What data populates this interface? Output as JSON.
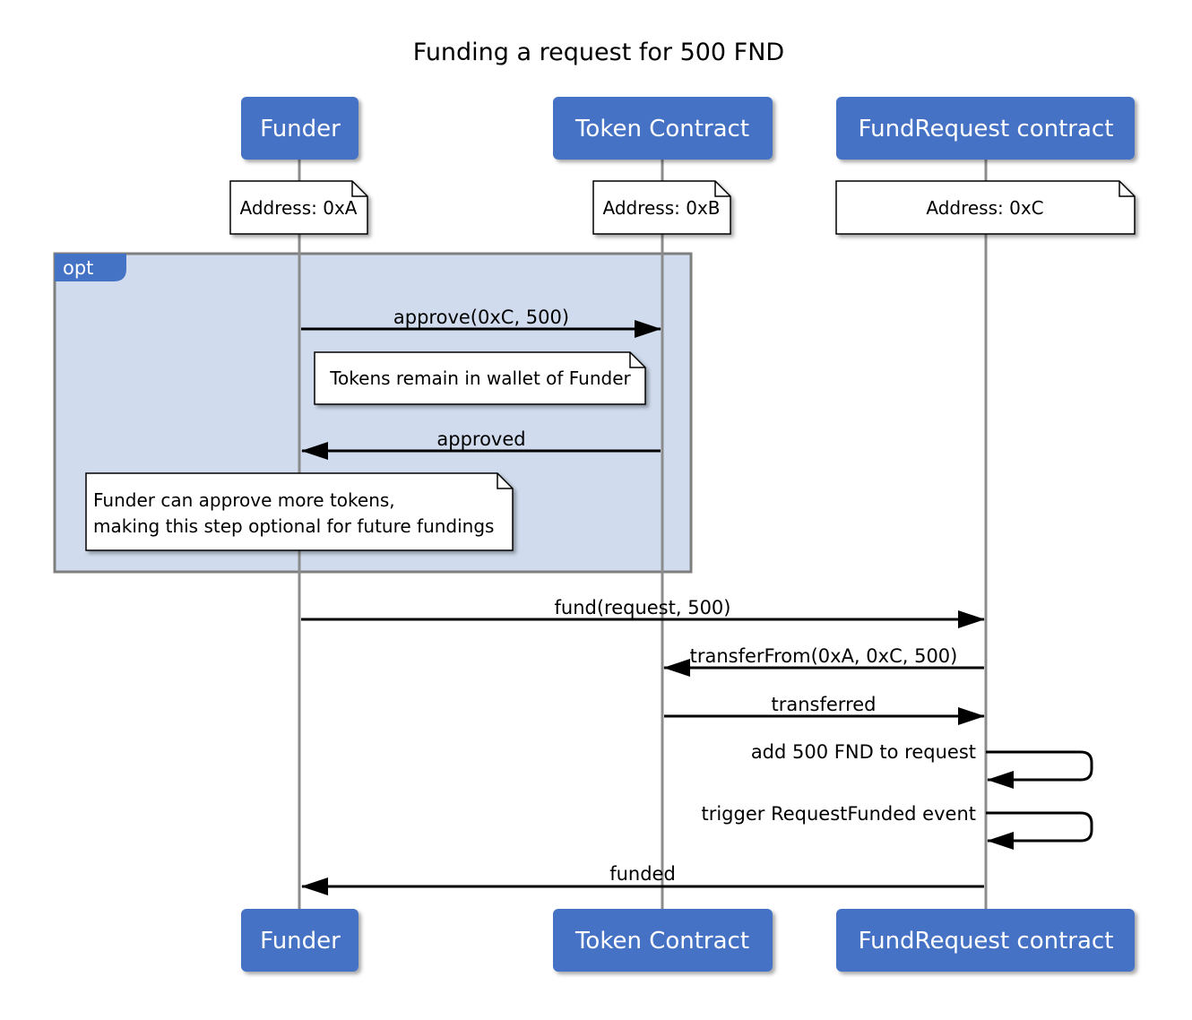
{
  "title": "Funding a request for 500 FND",
  "actors": {
    "funder": {
      "name": "Funder",
      "address": "Address: 0xA"
    },
    "token": {
      "name": "Token Contract",
      "address": "Address: 0xB"
    },
    "fundrequest": {
      "name": "FundRequest contract",
      "address": "Address: 0xC"
    }
  },
  "opt_fragment": {
    "label": "opt"
  },
  "messages": {
    "approve": "approve(0xC, 500)",
    "approved": "approved",
    "fund": "fund(request, 500)",
    "transfer_from": "transferFrom(0xA, 0xC, 500)",
    "transferred": "transferred",
    "add_fnd": "add 500 FND to request",
    "trigger_event": "trigger RequestFunded event",
    "funded": "funded"
  },
  "notes": {
    "tokens_remain": "Tokens remain in wallet of Funder",
    "approve_more_line1": "Funder can approve more tokens,",
    "approve_more_line2": "making this step optional for future fundings"
  },
  "colors": {
    "actor_fill": "#4472c4",
    "opt_fill": "#d0dcee",
    "opt_border": "#7f7f7f",
    "lifeline": "#8c8c8c",
    "arrow": "#000000",
    "note_fill": "#ffffff"
  }
}
